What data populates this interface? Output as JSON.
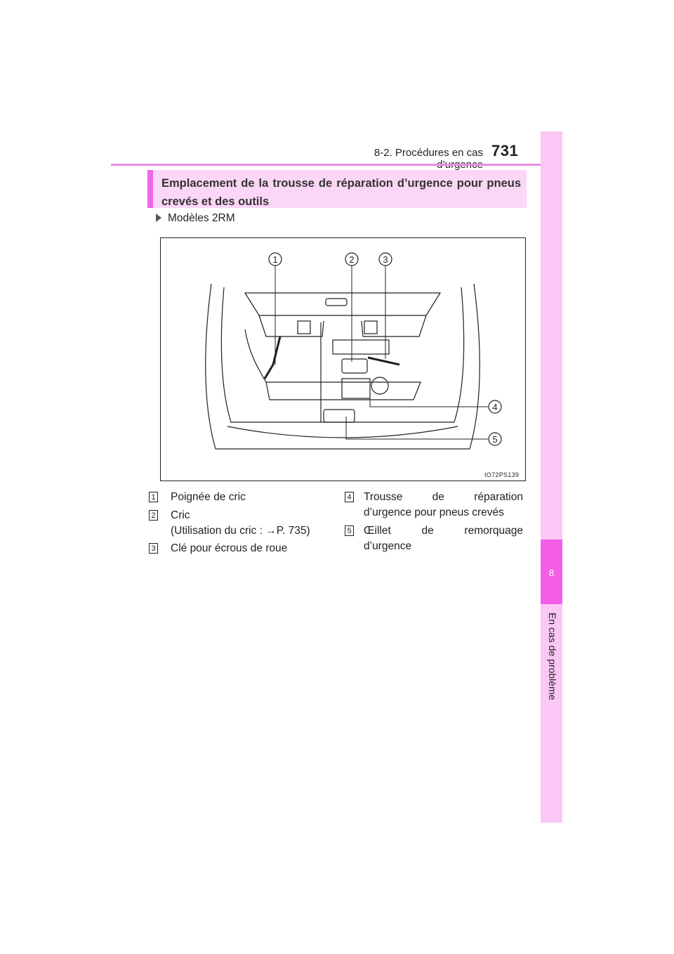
{
  "header": {
    "section": "8-2. Procédures en cas d’urgence",
    "page_number": "731"
  },
  "side_tab": {
    "chapter_number": "8",
    "chapter_title": "En cas de problème"
  },
  "title": {
    "line1": "Emplacement de la trousse de réparation d’urgence pour pneus",
    "line2": "crevés et des outils"
  },
  "subheading": "Modèles 2RM",
  "figure": {
    "code": "IO72PS139",
    "callouts": [
      "1",
      "2",
      "3",
      "4",
      "5"
    ]
  },
  "legend": [
    {
      "num": "1",
      "lines": [
        "Poignée de cric"
      ]
    },
    {
      "num": "2",
      "lines": [
        "Cric",
        "(Utilisation du cric : →P. 735)"
      ]
    },
    {
      "num": "3",
      "lines": [
        "Clé pour écrous de roue"
      ]
    },
    {
      "num": "4",
      "lines": [
        "Trousse de réparation",
        "d’urgence pour pneus crevés"
      ]
    },
    {
      "num": "5",
      "lines": [
        "Œillet de remorquage",
        "d’urgence"
      ]
    }
  ],
  "colors": {
    "accent": "#f167e5",
    "accent_light": "#fbd6f7",
    "tab_light": "#fbc7f5",
    "tab_dark": "#f45ee6"
  }
}
